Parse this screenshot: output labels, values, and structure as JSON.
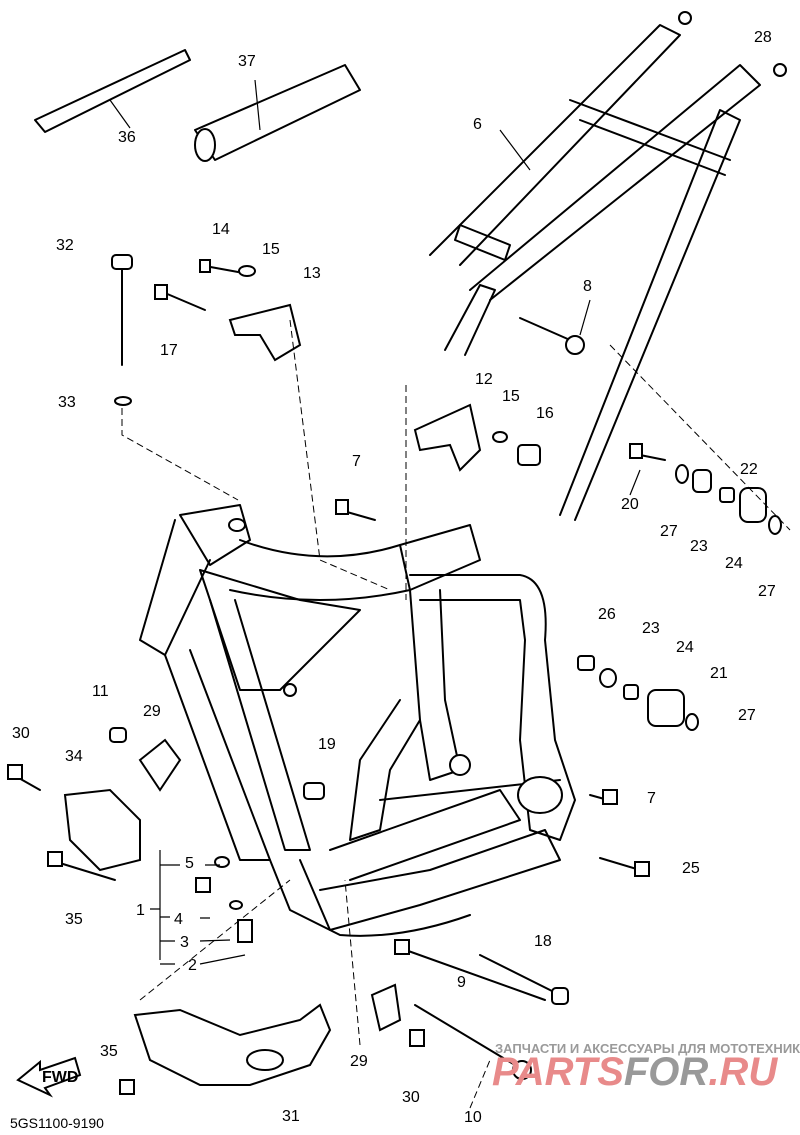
{
  "diagram_code": "5GS1100-9190",
  "fwd_label": "FWD",
  "watermark": {
    "tagline": "ЗАПЧАСТИ И АКСЕССУАРЫ ДЛЯ МОТОТЕХНИКИ",
    "brand_a": "PARTS",
    "brand_b": "FOR",
    "brand_c": ".RU"
  },
  "callouts": [
    "28",
    "37",
    "6",
    "36",
    "14",
    "15",
    "13",
    "32",
    "8",
    "17",
    "33",
    "12",
    "15",
    "16",
    "7",
    "22",
    "20",
    "27",
    "23",
    "24",
    "27",
    "26",
    "23",
    "24",
    "21",
    "27",
    "11",
    "29",
    "30",
    "34",
    "19",
    "7",
    "5",
    "25",
    "35",
    "1",
    "4",
    "3",
    "2",
    "18",
    "9",
    "29",
    "35",
    "30",
    "10",
    "31"
  ]
}
